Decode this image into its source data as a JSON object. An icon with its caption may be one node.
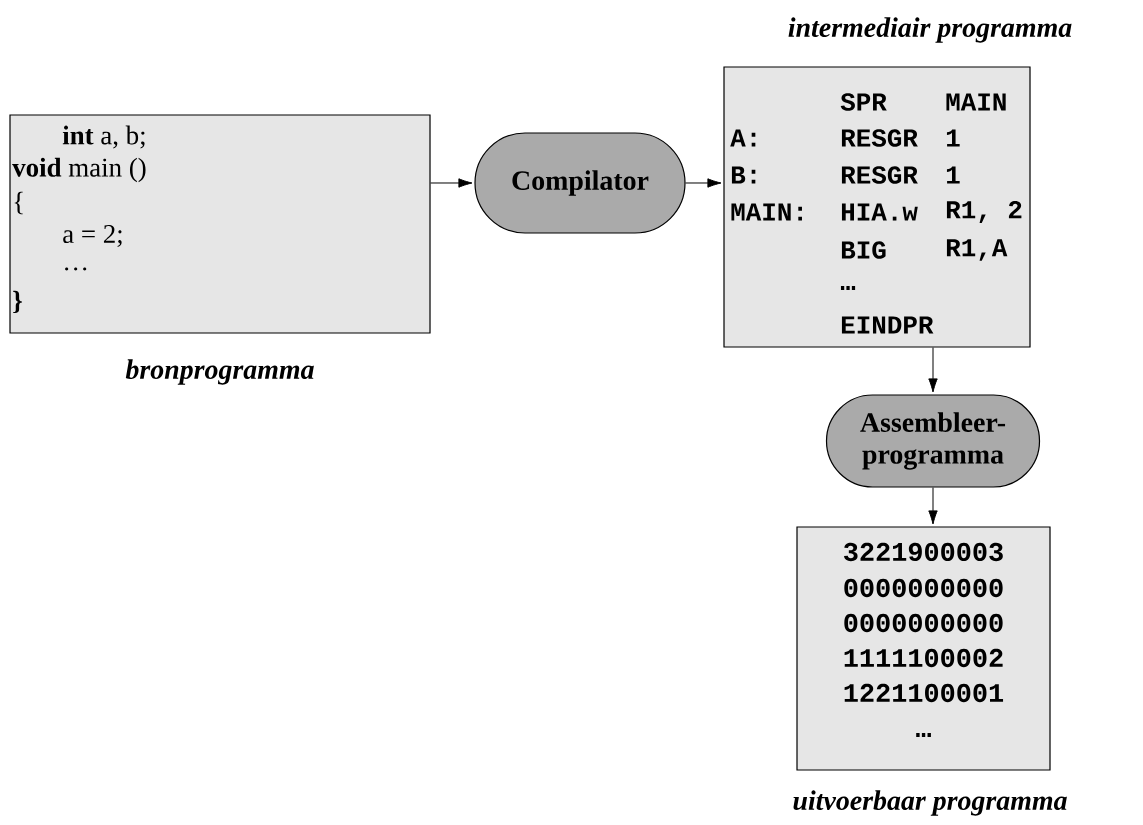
{
  "diagram": {
    "nodes": [
      {
        "text": [
          "**int** a, b;",
          "**void** main ()",
          "{",
          "a = 2;",
          "…",
          "}"
        ],
        "beside": [
          "bronprogramma"
        ]
      },
      {
        "text": [
          "Compilator"
        ]
      },
      {
        "text": [
          "SPR",
          "MAIN",
          "A:",
          "RESGR",
          "1",
          "B:",
          "RESGR",
          "1",
          "MAIN:",
          "HIA.w",
          "R1, 2",
          "BIG",
          "R1,A",
          "…",
          "EINDPR"
        ],
        "beside": [
          "intermediair programma"
        ]
      },
      {
        "text": [
          "Assembleer- programma"
        ]
      },
      {
        "text": [
          "3221900003",
          "0000000000",
          "0000000000",
          "1111100002",
          "1221100001",
          "…"
        ],
        "beside": [
          "uitvoerbaar programma"
        ]
      }
    ],
    "edges": [
      {
        "from": 0,
        "to": 1,
        "arrow": "to"
      },
      {
        "from": 1,
        "to": 2,
        "arrow": "to"
      },
      {
        "from": 2,
        "to": 3,
        "arrow": "to"
      },
      {
        "from": 3,
        "to": 4,
        "arrow": "to"
      }
    ]
  }
}
